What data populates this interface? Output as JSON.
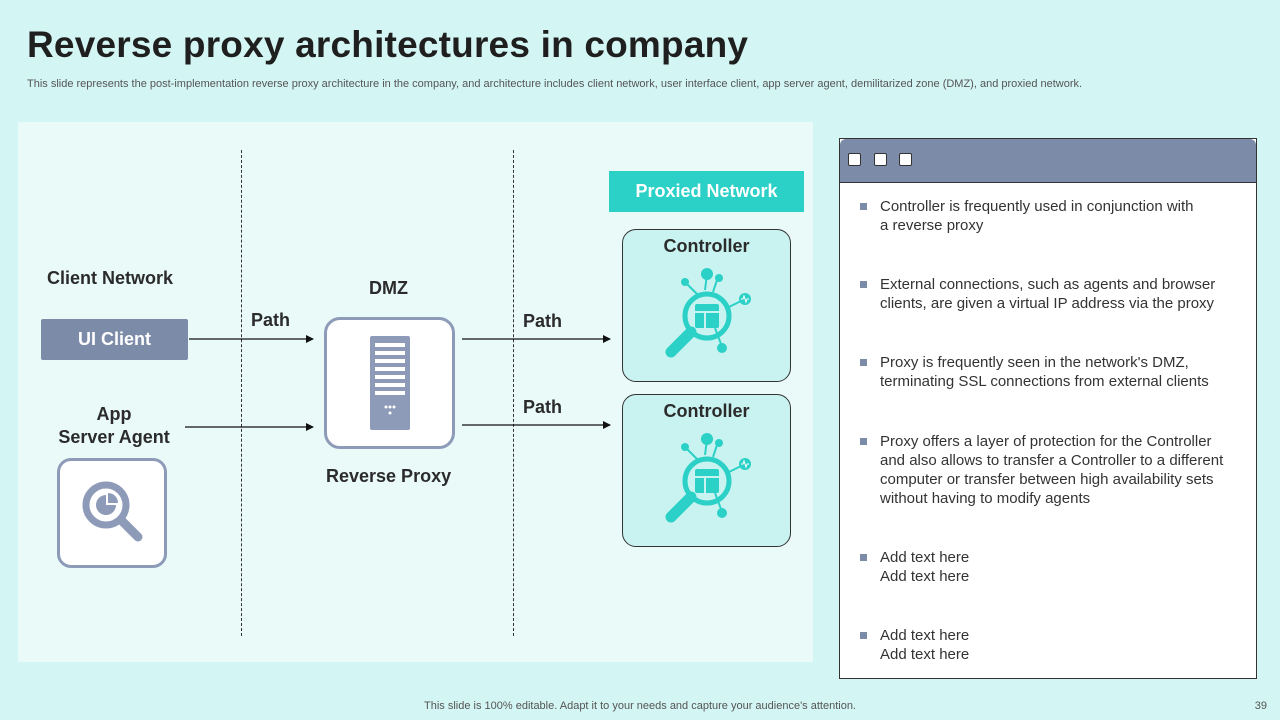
{
  "title": "Reverse proxy architectures in company",
  "subtitle": "This slide represents the post-implementation reverse proxy architecture in the company, and architecture includes client network, user interface client, app server agent, demilitarized zone (DMZ),  and proxied network.",
  "diagram": {
    "client_network_label": "Client Network",
    "ui_client_label": "UI Client",
    "app_agent_label_line1": "App",
    "app_agent_label_line2": "Server Agent",
    "dmz_label": "DMZ",
    "reverse_proxy_label": "Reverse Proxy",
    "path_labels": [
      "Path",
      "Path",
      "Path"
    ],
    "proxied_network_label": "Proxied Network",
    "controllers": [
      "Controller",
      "Controller"
    ],
    "colors": {
      "teal": "#2bd0c6",
      "slate": "#7c8ca8",
      "panel_bg": "#e9faf9"
    }
  },
  "panel": {
    "bullets": [
      [
        "Controller is frequently  used in conjunction  with",
        "a reverse proxy"
      ],
      [
        "External connections,  such as agents and browser",
        "clients, are given a virtual IP address via the proxy"
      ],
      [
        "Proxy is frequently  seen in the network's DMZ,",
        "terminating SSL connections from external  clients"
      ],
      [
        "Proxy offers a layer of protection for the Controller",
        "and also allows to transfer  a Controller to a different",
        "computer or transfer between high availability sets",
        "without having to modify agents"
      ],
      [
        "Add text here",
        "Add text here"
      ],
      [
        "Add text here",
        "Add text here"
      ]
    ]
  },
  "footer": "This slide is 100% editable. Adapt it to your needs and capture your audience's attention.",
  "page_number": "39"
}
